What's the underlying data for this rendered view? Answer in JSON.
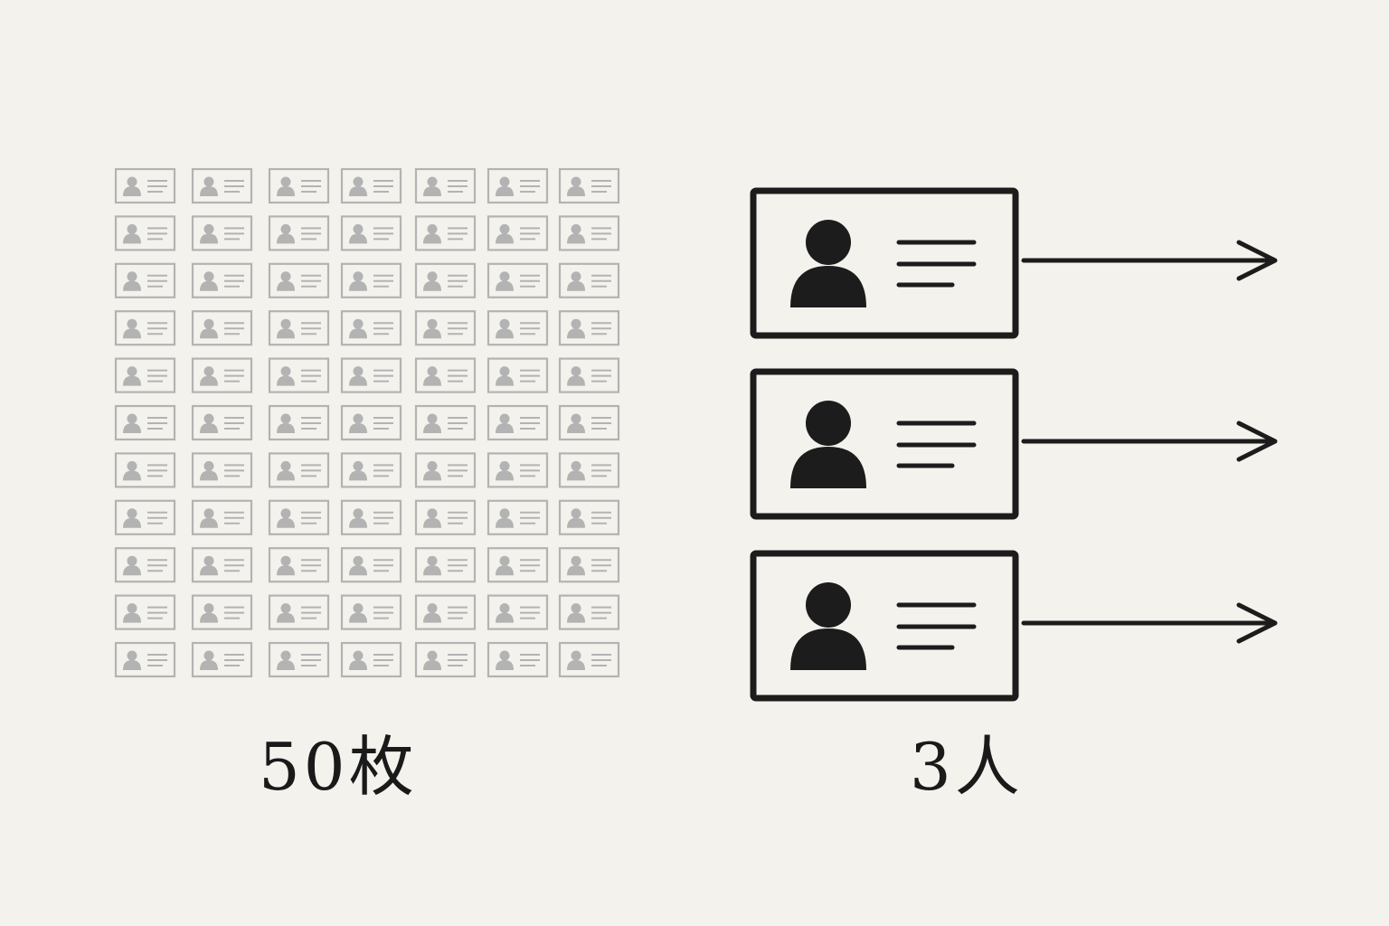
{
  "left_group": {
    "label": "50枚",
    "count": 50,
    "card_color": "#b3b3b3"
  },
  "right_group": {
    "label": "3人",
    "count": 3,
    "card_color": "#1c1c1c"
  },
  "background_color": "#f4f2ed",
  "icons": {
    "small_card": "id-card-icon",
    "large_card": "id-card-icon",
    "arrow": "arrow-right-icon"
  }
}
